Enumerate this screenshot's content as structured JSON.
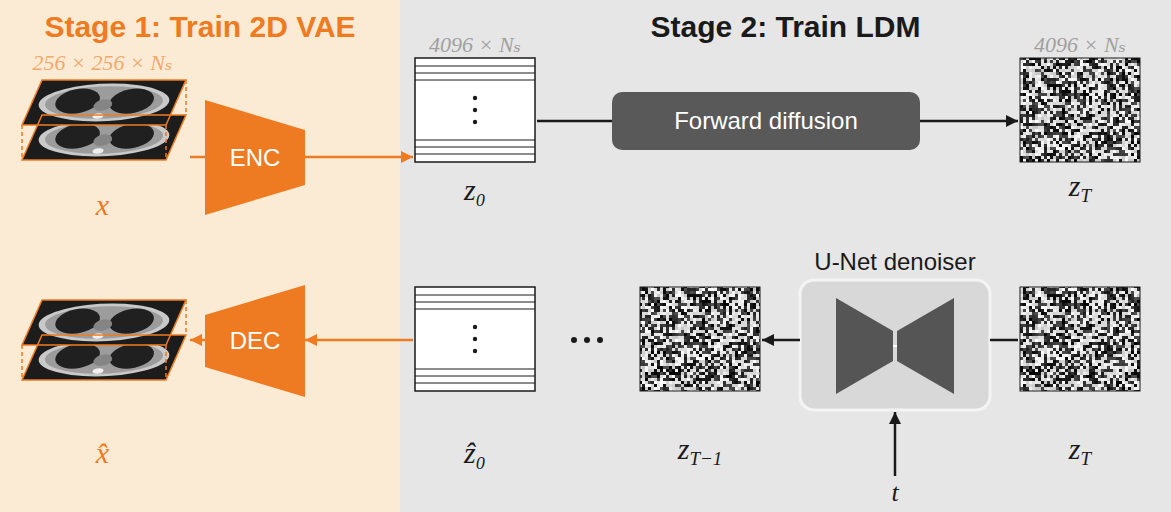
{
  "diagram": {
    "nodes": [
      {
        "text": [
          "Stage 1: Train 2D VAE"
        ]
      },
      {
        "text": [
          "Stage 2: Train LDM"
        ]
      },
      {
        "text": [
          "256 × 256 × Nₛ",
          "x"
        ],
        "in": 0
      },
      {
        "text": [
          "ENC"
        ],
        "in": 0
      },
      {
        "text": [
          "4096 × Nₛ",
          "z₀"
        ],
        "in": 1
      },
      {
        "text": [
          "Forward diffusion"
        ],
        "in": 1
      },
      {
        "text": [
          "4096 × Nₛ",
          "z",
          "T"
        ],
        "in": 1
      },
      {
        "text": [
          "x̂"
        ],
        "in": 0
      },
      {
        "text": [
          "DEC"
        ],
        "in": 0
      },
      {
        "text": [
          "ẑ₀"
        ],
        "in": 1
      },
      {
        "text": [
          "z",
          "T−1"
        ],
        "in": 1
      },
      {
        "text": [
          "U-Net denoiser"
        ],
        "in": 1
      },
      {
        "text": [
          "z",
          "T"
        ],
        "in": 1
      }
    ],
    "edges": [
      {
        "from": 2,
        "to": 3,
        "arrow": "none"
      },
      {
        "from": 3,
        "to": 4,
        "arrow": "to"
      },
      {
        "from": 4,
        "to": 5,
        "arrow": "none"
      },
      {
        "from": 5,
        "to": 6,
        "arrow": "to"
      },
      {
        "from": 12,
        "to": 11,
        "arrow": "none"
      },
      {
        "from": 11,
        "to": 10,
        "arrow": "to"
      },
      {
        "from": 9,
        "to": 8,
        "arrow": "to"
      },
      {
        "from": 8,
        "to": 7,
        "arrow": "to"
      }
    ],
    "labels": [
      "t"
    ]
  }
}
